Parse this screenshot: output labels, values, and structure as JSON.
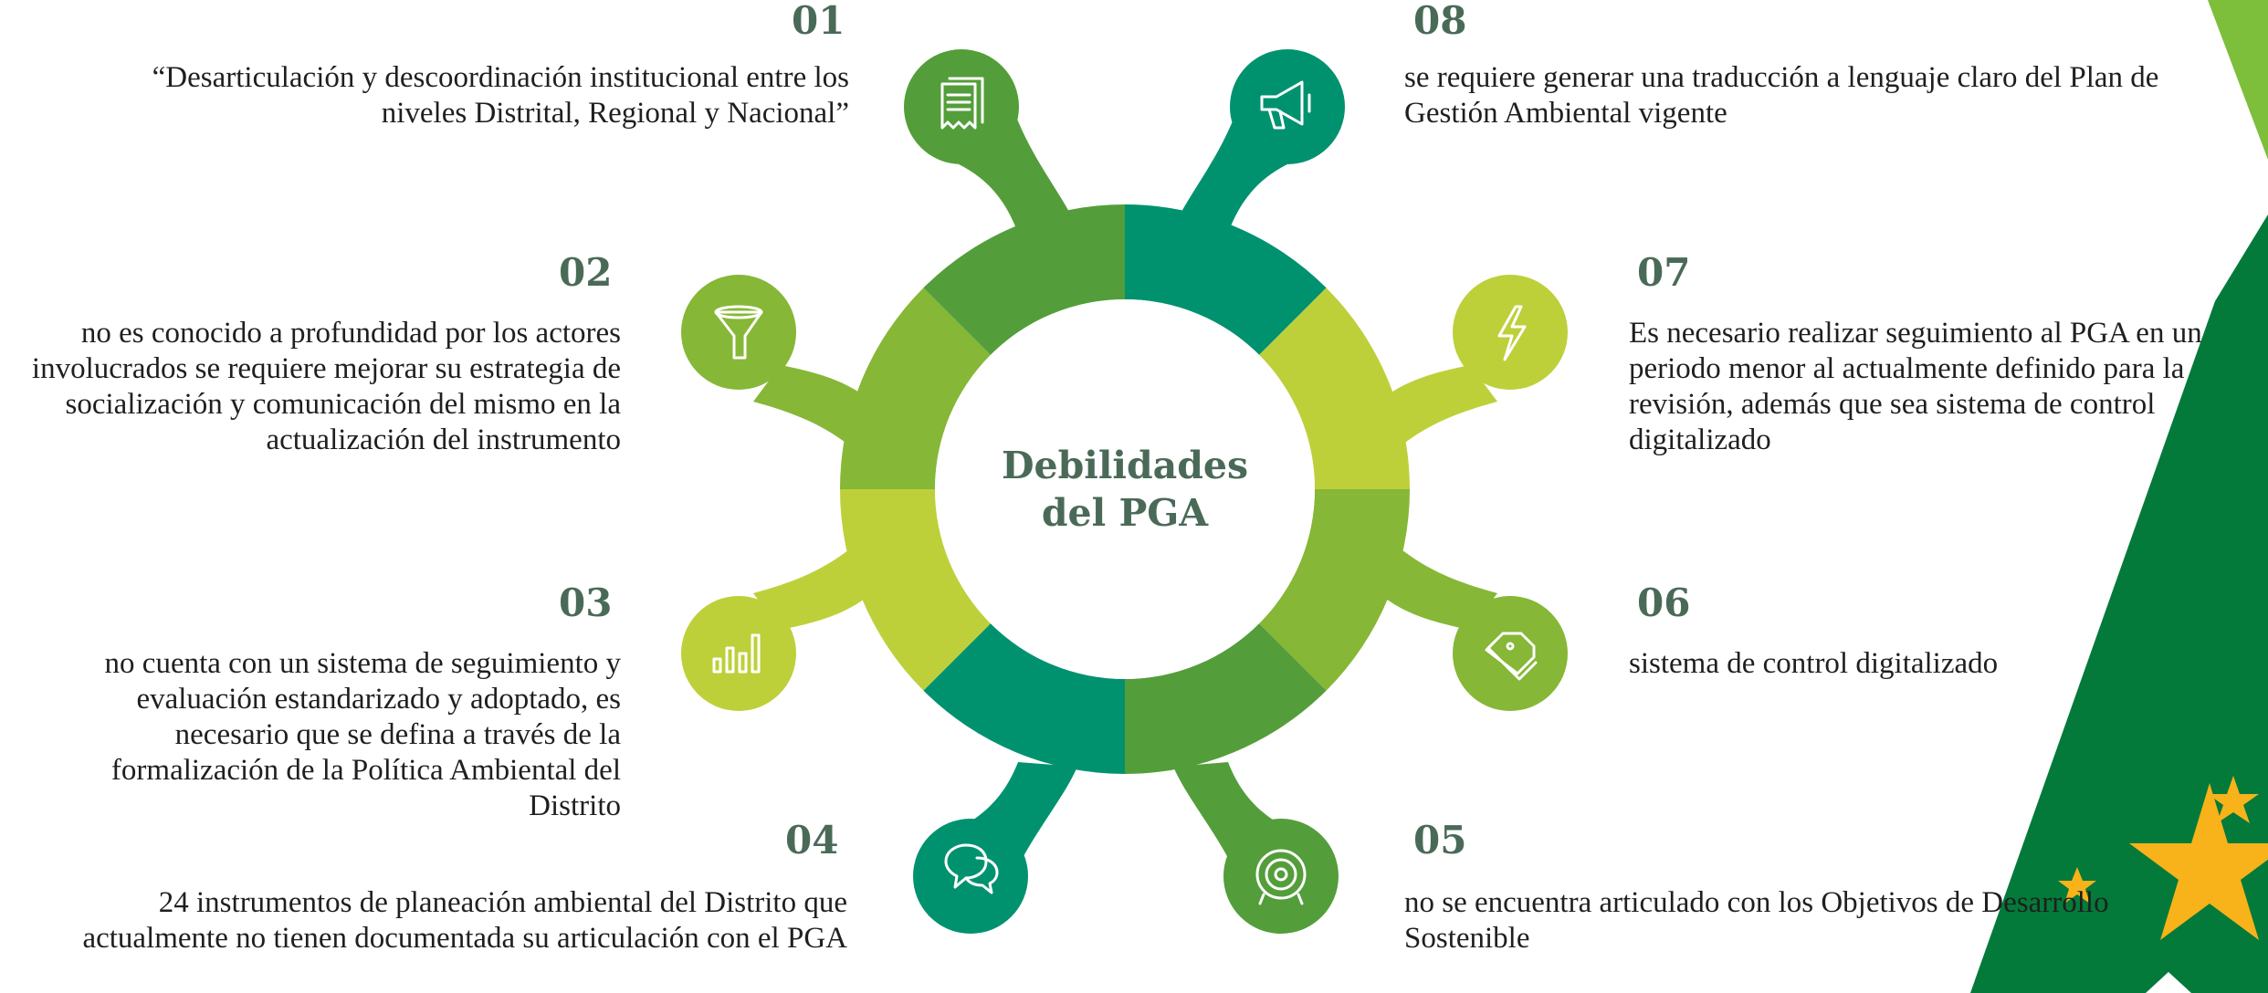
{
  "colors": {
    "dark_green": "#539E3A",
    "teal": "#00926F",
    "light_green": "#BDD03A",
    "mid_green": "#86B736",
    "banner_green": "#047A3A",
    "banner_light": "#7DBE3A",
    "star_yellow": "#F8B21A",
    "heading_text": "#4a6a58"
  },
  "center": {
    "line1": "Debilidades",
    "line2": "del PGA"
  },
  "items": [
    {
      "number": "01",
      "icon": "receipt-icon",
      "text": "“Desarticulación y descoordinación institucional entre los niveles Distrital, Regional y Nacional”"
    },
    {
      "number": "02",
      "icon": "funnel-icon",
      "text": "no es conocido a profundidad por los actores involucrados se requiere mejorar su estrategia de socialización y comunicación del mismo en la actualización del instrumento"
    },
    {
      "number": "03",
      "icon": "bar-chart-icon",
      "text": "no cuenta con un sistema de seguimiento y evaluación estandarizado y adoptado, es necesario que se defina a través de la formalización de la Política Ambiental del Distrito"
    },
    {
      "number": "04",
      "icon": "chat-bubbles-icon",
      "text": "24 instrumentos de planeación ambiental del Distrito que actualmente no tienen documentada su articulación con el PGA"
    },
    {
      "number": "05",
      "icon": "target-icon",
      "text": "no se encuentra articulado con los Objetivos de Desarrollo Sostenible"
    },
    {
      "number": "06",
      "icon": "tags-icon",
      "text": "sistema de control digitalizado"
    },
    {
      "number": "07",
      "icon": "lightning-icon",
      "text": "Es necesario realizar seguimiento al PGA en un periodo menor al actualmente definido para la revisión, además que sea sistema de control digitalizado"
    },
    {
      "number": "08",
      "icon": "megaphone-icon",
      "text": "se requiere generar una traducción a lenguaje claro del Plan de Gestión Ambiental vigente"
    }
  ]
}
